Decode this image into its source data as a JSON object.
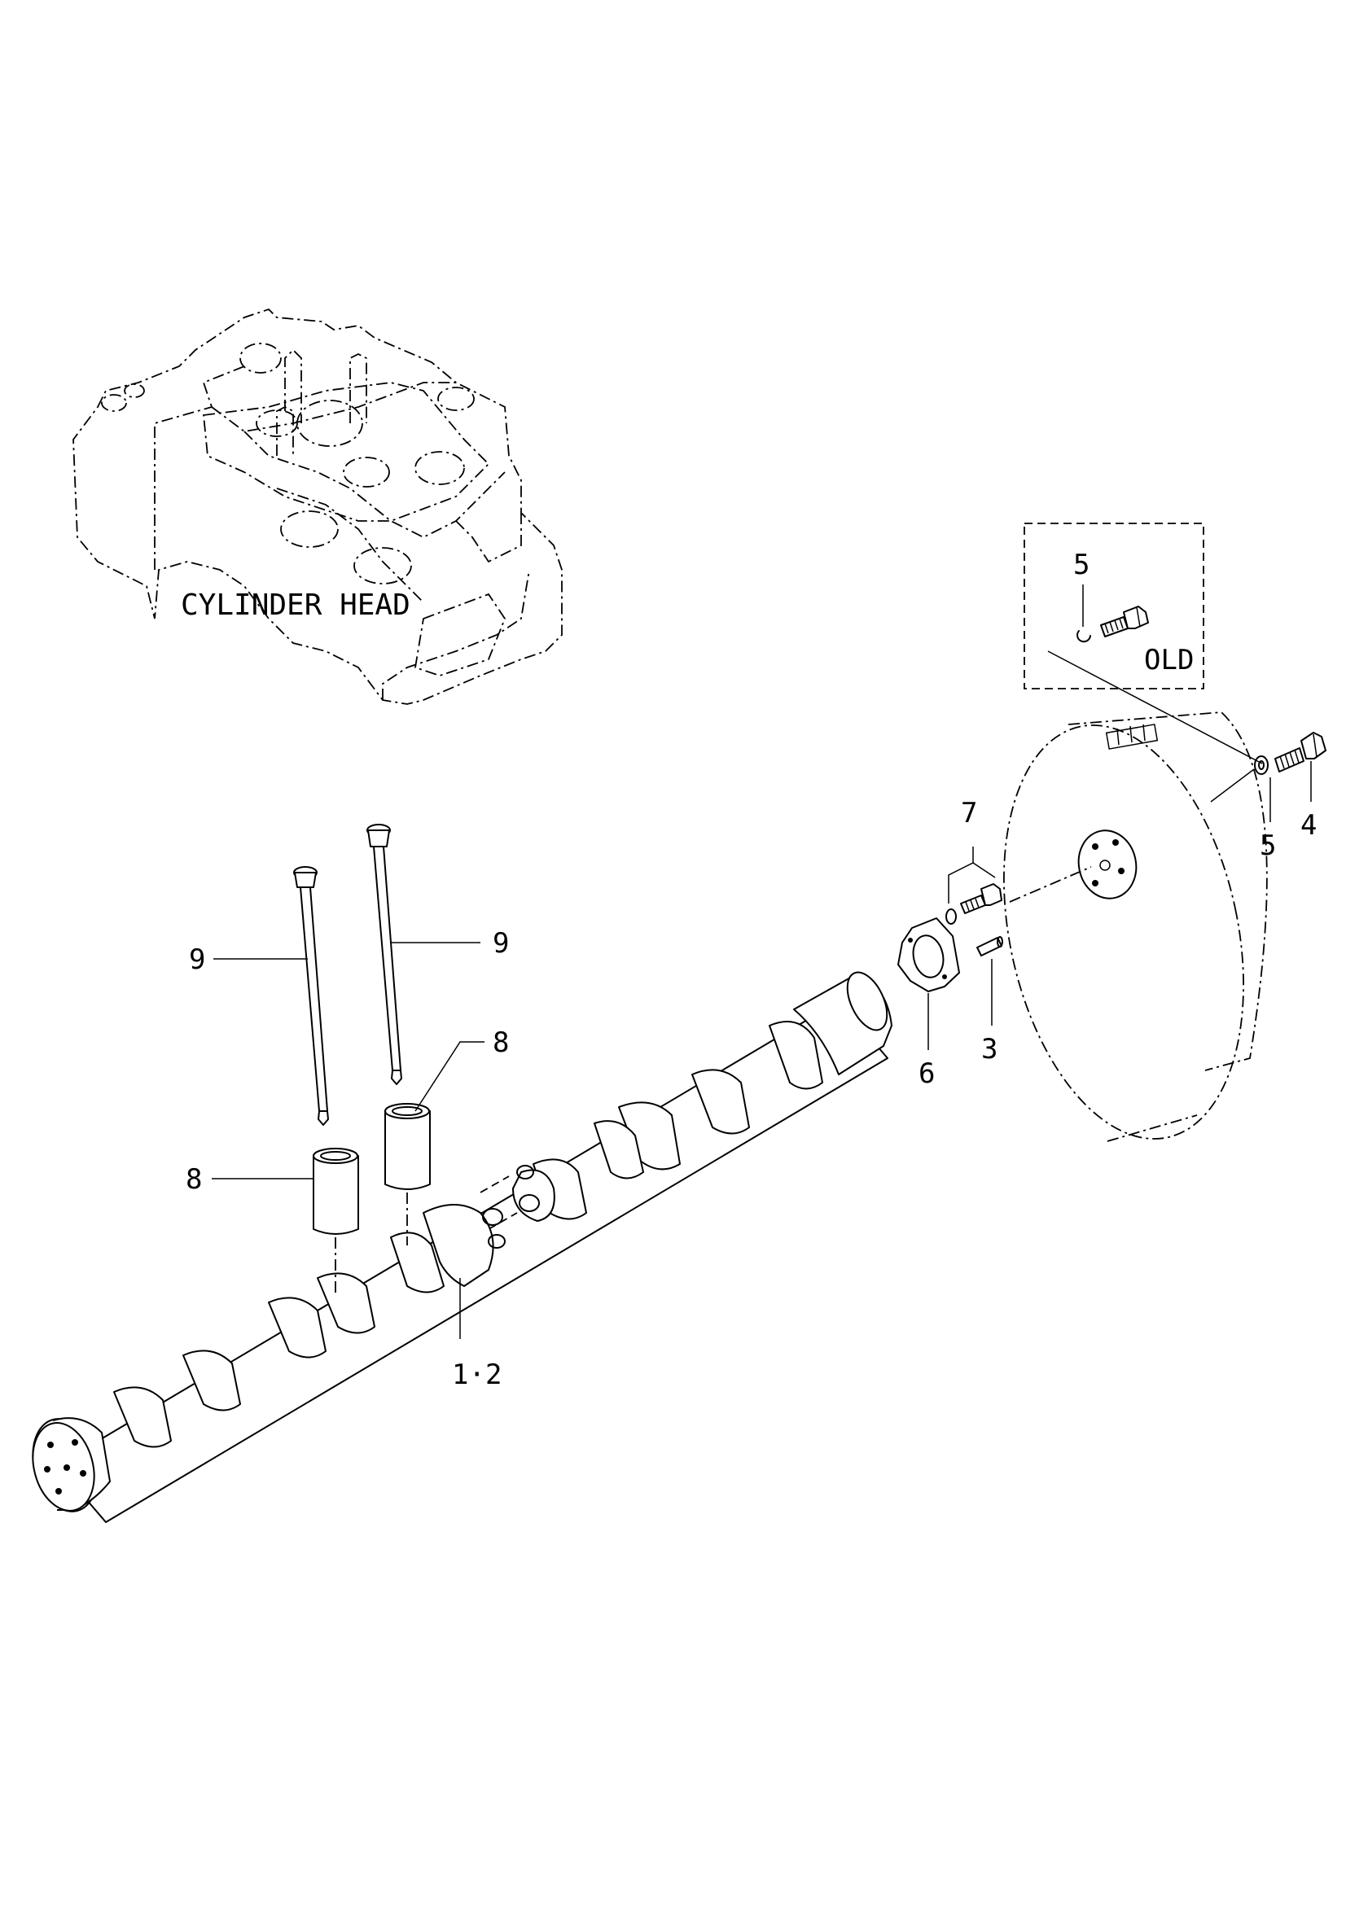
{
  "diagram": {
    "labels": {
      "cylinder_head": "CYLINDER HEAD",
      "old": "OLD",
      "camshaft": "1·2",
      "pin": "3",
      "bolt": "4",
      "washer_new": "5",
      "washer_old": "5",
      "gasket": "6",
      "bolt_set": "7",
      "tappet_left": "8",
      "tappet_right": "8",
      "push_rod_left": "9",
      "push_rod_right": "9"
    }
  }
}
